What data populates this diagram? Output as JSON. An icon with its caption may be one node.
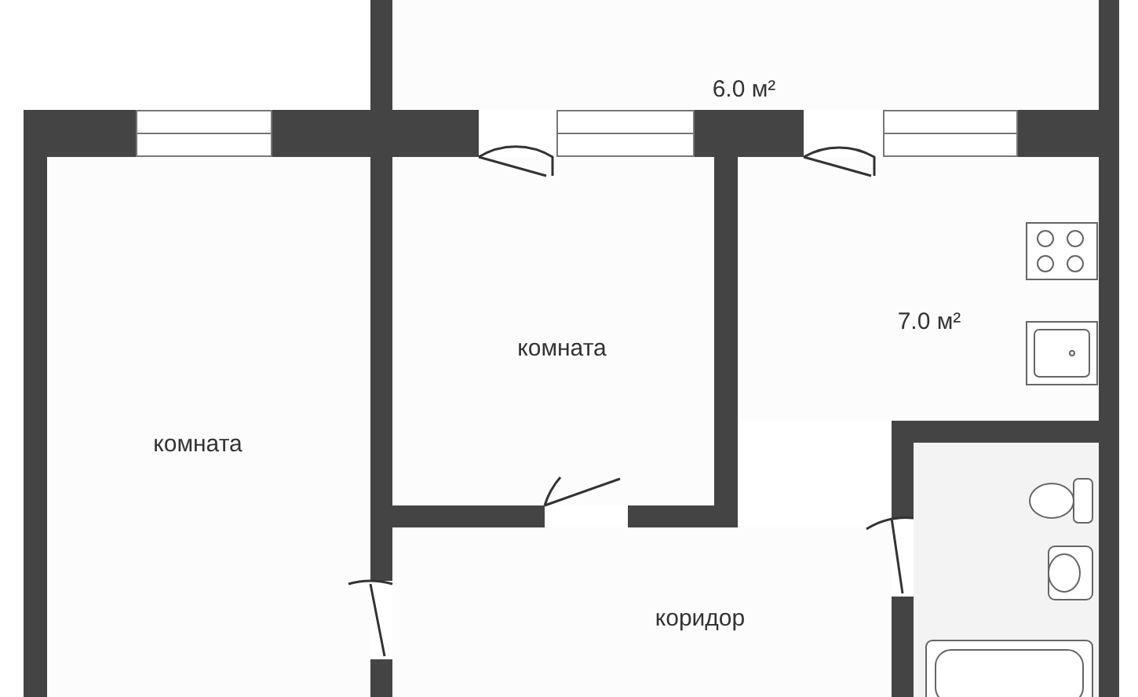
{
  "diagram": {
    "nodes": [
      {
        "text": [
          "6.0 м²"
        ]
      },
      {
        "text": [
          "7.0 м²"
        ]
      },
      {
        "text": [
          "комната"
        ]
      },
      {
        "text": [
          "комната"
        ]
      },
      {
        "text": [
          "коридор"
        ]
      },
      {
        "text": [],
        "shape": "box"
      }
    ]
  }
}
